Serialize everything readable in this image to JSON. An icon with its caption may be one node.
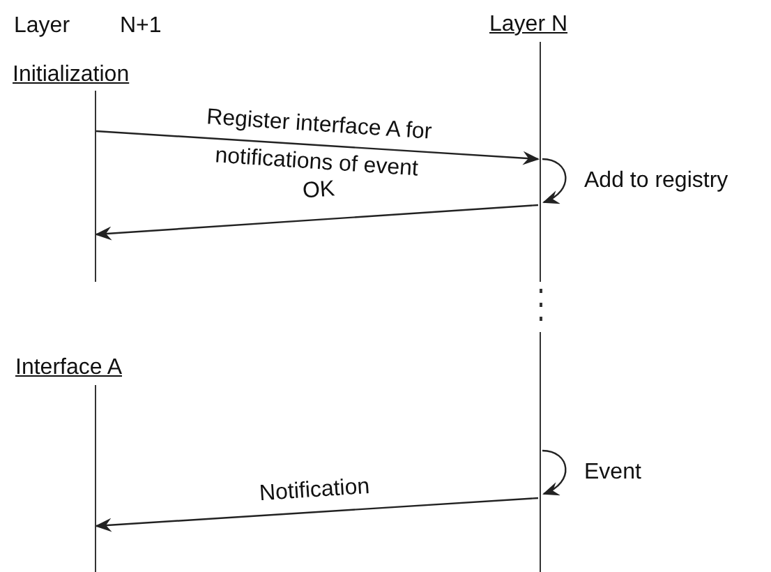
{
  "diagram": {
    "nodes": [
      {
        "text": [
          "Initialization"
        ]
      },
      {
        "text": [
          "Layer N"
        ]
      },
      {
        "text": [
          "Interface A"
        ]
      }
    ],
    "edges": [
      {
        "from": 0,
        "to": 1,
        "arrow": "to",
        "label": "Register interface A for notifications of event"
      },
      {
        "from": 1,
        "to": 1,
        "arrow": "to",
        "label": "Add to registry"
      },
      {
        "from": 1,
        "to": 0,
        "arrow": "to",
        "label": "OK"
      },
      {
        "from": 1,
        "to": 1,
        "arrow": "to",
        "label": "Event"
      },
      {
        "from": 1,
        "to": 2,
        "arrow": "to",
        "label": "Notification"
      }
    ],
    "labels": [
      "Layer",
      "N+1"
    ]
  }
}
